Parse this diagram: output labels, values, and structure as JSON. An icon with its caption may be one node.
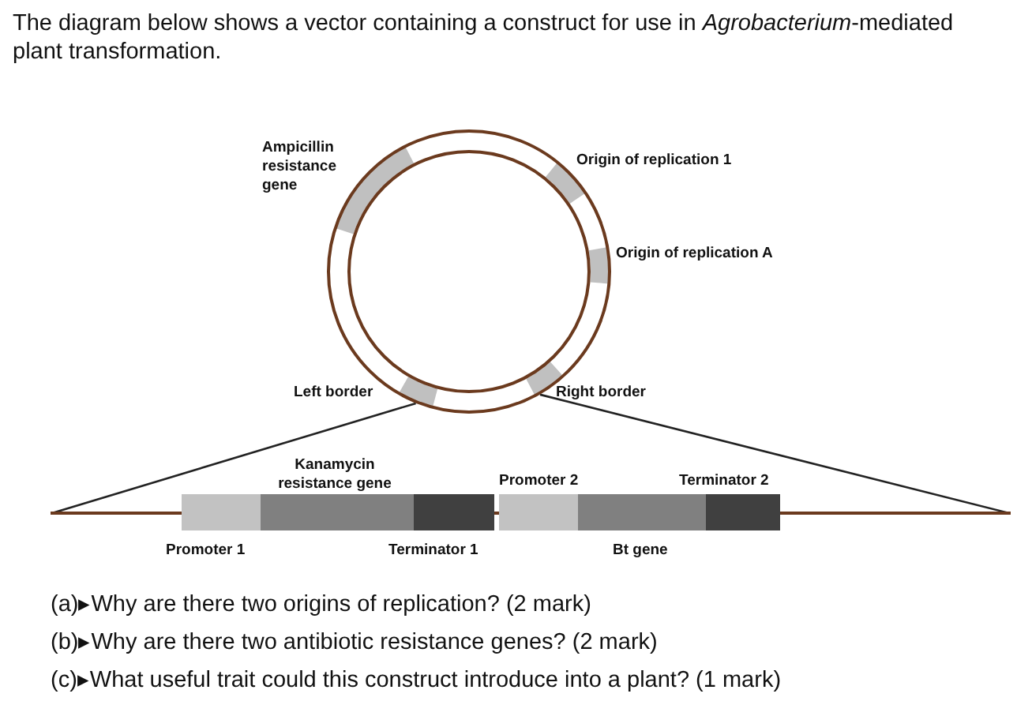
{
  "diagram": {
    "title": "The diagram below shows a vector containing a construct for use in *Agrobacterium*-mediated plant transformation.",
    "nodes": [
      {
        "text": [],
        "shape": "circle"
      },
      {
        "text": [],
        "shape": "bar"
      },
      {
        "text": [
          "Promoter 1"
        ]
      },
      {
        "text": [
          "Kanamycin resistance gene"
        ]
      },
      {
        "text": [
          "Terminator 1"
        ]
      },
      {
        "text": [
          "Promoter 2"
        ]
      },
      {
        "text": [
          "Bt gene"
        ]
      },
      {
        "text": [
          "Terminator 2"
        ]
      }
    ],
    "edges": [
      {
        "from": 0,
        "to": 1,
        "arrow": "none"
      },
      {
        "from": 0,
        "to": 1,
        "arrow": "none"
      }
    ],
    "labels": [
      "Ampicillin resistance gene",
      "Origin of replication 1",
      "Origin of replication A",
      "Left border",
      "Right border",
      "(a)▸Why are there two origins of replication? (2 mark)",
      "(b)▸Why are there two antibiotic resistance genes? (2 mark)",
      "(c)▸What useful trait could this construct introduce into a plant? (1 mark)"
    ]
  }
}
